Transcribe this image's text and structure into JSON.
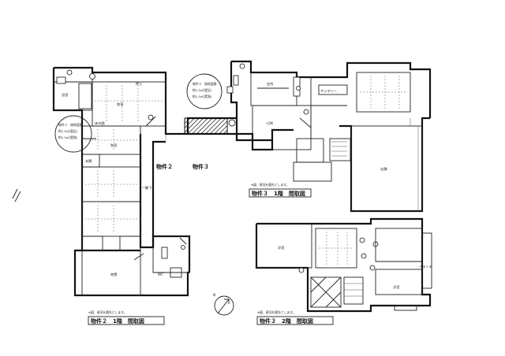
{
  "labels": {
    "bldg2_center": "物件２",
    "bldg3_center": "物件３",
    "bldg3_f1": "物件３　1階　間取図",
    "bldg2_f1": "物件２　1階　間取図",
    "bldg3_f2": "物件３　2階　間取図"
  },
  "notes": {
    "n1": "※図、現況を優先とします。",
    "n2": "※図、現況を優先とします。",
    "n3": "※図、現況を優先とします。"
  },
  "area_box_1": {
    "line1": "物件３　借地面積",
    "line2": "約1.5㎡(登記)",
    "line3": "約1.5㎡(実測)"
  },
  "area_box_2": {
    "line1": "物件３　借地面積",
    "line2": "約1.5㎡(登記)",
    "line3": "約1.5㎡(実測)"
  },
  "rooms": {
    "closet_1": "押入",
    "tokonoma": "床の間",
    "washitsu_a": "和室",
    "washitsu_b": "和室",
    "hall": "廊下",
    "genkan": "玄関",
    "ldk": "LDK",
    "kitchen": "台所",
    "bath": "浴室",
    "wc": "WC",
    "gallery": "ギャラリー",
    "shop": "店舗",
    "room_c": "洋室",
    "room_d": "洋室",
    "storage": "物置",
    "veranda": "ベランダ"
  },
  "handwritten": "//",
  "colors": {
    "ink": "#111111",
    "paper": "#ffffff"
  }
}
